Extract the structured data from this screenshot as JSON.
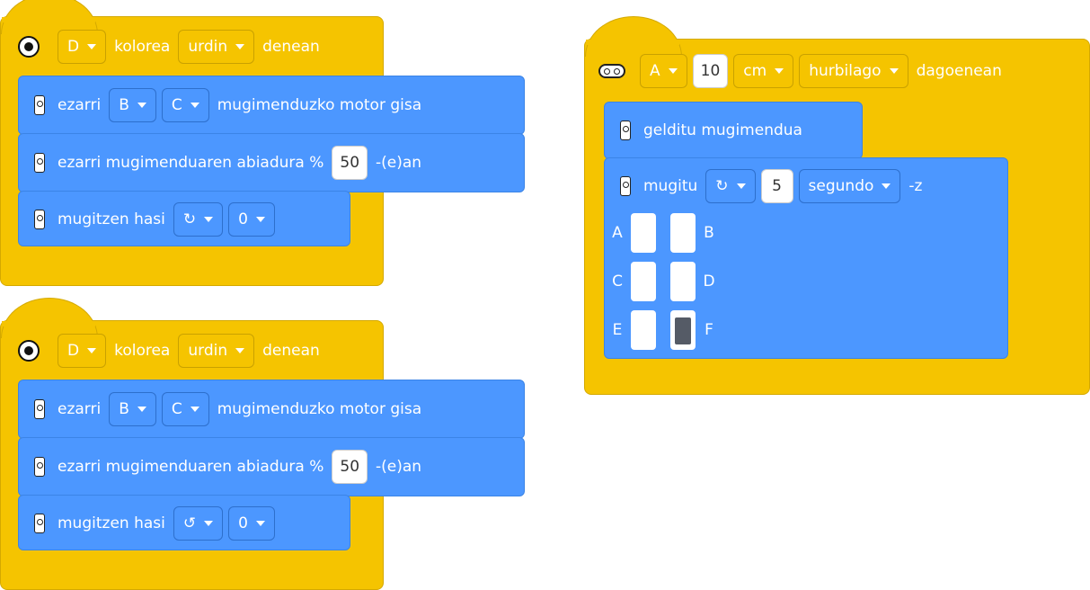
{
  "script1": {
    "hat": {
      "port": "D",
      "label1": "kolorea",
      "color": "urdin",
      "label2": "denean"
    },
    "set_motors": {
      "label1": "ezarri",
      "port1": "B",
      "port2": "C",
      "label2": "mugimenduzko motor gisa"
    },
    "set_speed": {
      "label1": "ezarri mugimenduaren abiadura %",
      "value": "50",
      "label2": "-(e)an"
    },
    "start_move": {
      "label": "mugitzen hasi",
      "direction": "↻",
      "steer": "0"
    }
  },
  "script2": {
    "hat": {
      "port": "D",
      "label1": "kolorea",
      "color": "urdin",
      "label2": "denean"
    },
    "set_motors": {
      "label1": "ezarri",
      "port1": "B",
      "port2": "C",
      "label2": "mugimenduzko motor gisa"
    },
    "set_speed": {
      "label1": "ezarri mugimenduaren abiadura %",
      "value": "50",
      "label2": "-(e)an"
    },
    "start_move": {
      "label": "mugitzen hasi",
      "direction": "↺",
      "steer": "0"
    }
  },
  "script3": {
    "hat": {
      "port": "A",
      "distance": "10",
      "unit": "cm",
      "comparison": "hurbilago",
      "label": "dagoenean"
    },
    "stop": {
      "label": "gelditu mugimendua"
    },
    "move": {
      "label": "mugitu",
      "direction": "↻",
      "value": "5",
      "unit": "segundo",
      "suffix": "-z"
    },
    "grid": {
      "rows": [
        {
          "left": "A",
          "right": "B",
          "left_on": false,
          "right_on": false
        },
        {
          "left": "C",
          "right": "D",
          "left_on": false,
          "right_on": false
        },
        {
          "left": "E",
          "right": "F",
          "left_on": false,
          "right_on": true
        }
      ]
    }
  },
  "colors": {
    "event_yellow": "#F5C400",
    "motion_blue": "#4C97FF"
  },
  "icons": {
    "hub": "color-sensor-icon",
    "motor": "motor-icon",
    "distance": "distance-sensor-icon"
  }
}
